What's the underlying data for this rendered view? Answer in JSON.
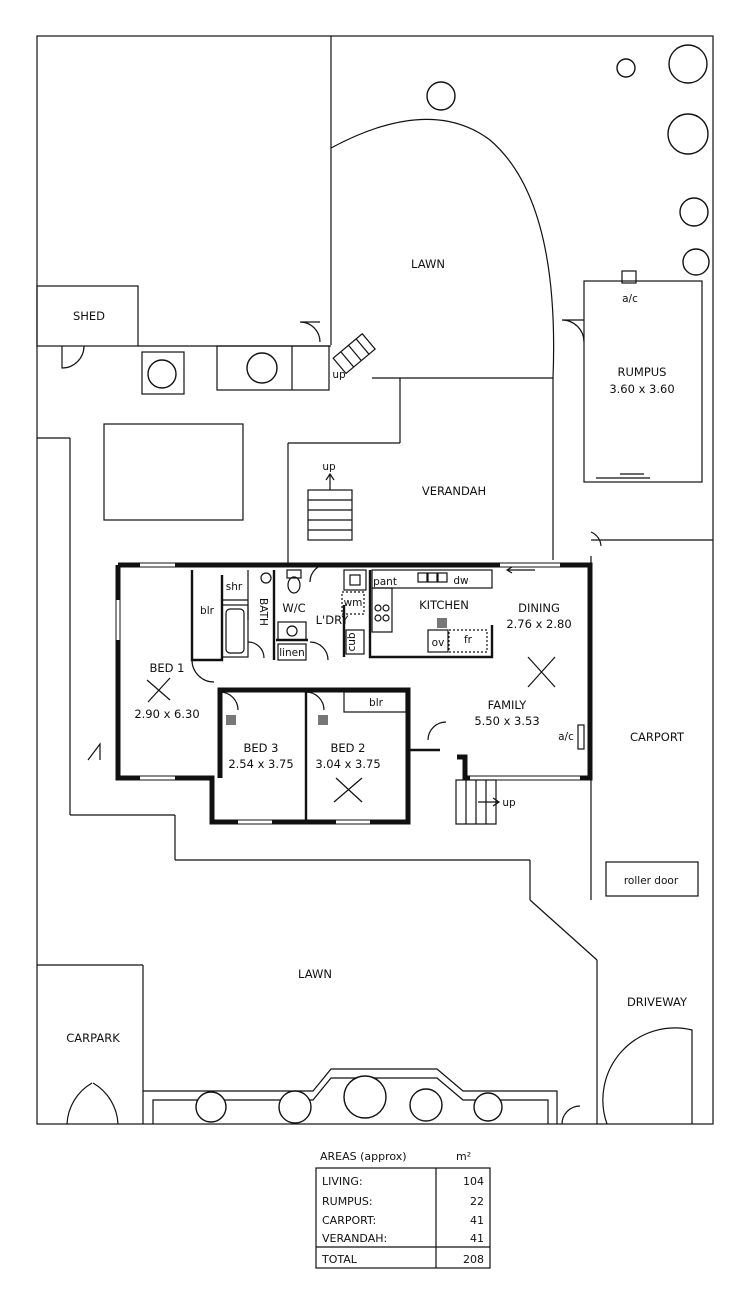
{
  "rooms": {
    "shed": "SHED",
    "lawn_top": "LAWN",
    "rumpus": "RUMPUS",
    "rumpus_dim": "3.60 x 3.60",
    "ac_rumpus": "a/c",
    "verandah": "VERANDAH",
    "up_top": "up",
    "up_steps": "up",
    "up_back": "up",
    "shr": "shr",
    "bath": "BATH",
    "wc": "W/C",
    "ldry": "L'DRY",
    "wm": "wm",
    "cub": "cub",
    "linen": "linen",
    "blr_bed1": "blr",
    "pant": "pant",
    "dw": "dw",
    "kitchen": "KITCHEN",
    "ov": "ov",
    "fr": "fr",
    "dining": "DINING",
    "dining_dim": "2.76 x 2.80",
    "family": "FAMILY",
    "family_dim": "5.50 x 3.53",
    "ac_family": "a/c",
    "bed1": "BED 1",
    "bed1_dim": "2.90 x 6.30",
    "bed3": "BED 3",
    "bed3_dim": "2.54 x 3.75",
    "bed2": "BED 2",
    "bed2_dim": "3.04 x 3.75",
    "blr_bed2": "blr",
    "carport": "CARPORT",
    "roller_door": "roller door",
    "lawn_bottom": "LAWN",
    "driveway": "DRIVEWAY",
    "carpark": "CARPARK"
  },
  "areas": {
    "title": "AREAS (approx)",
    "unit": "m²",
    "rows": [
      {
        "label": "LIVING:",
        "value": "104"
      },
      {
        "label": "RUMPUS:",
        "value": "22"
      },
      {
        "label": "CARPORT:",
        "value": "41"
      },
      {
        "label": "VERANDAH:",
        "value": "41"
      }
    ],
    "total_label": "TOTAL",
    "total_value": "208"
  },
  "icons": [
    "tree-icon",
    "ceiling-fan-icon",
    "door-swing-icon",
    "stairs-icon",
    "bathtub-icon",
    "toilet-icon",
    "sink-icon",
    "cooktop-icon"
  ]
}
